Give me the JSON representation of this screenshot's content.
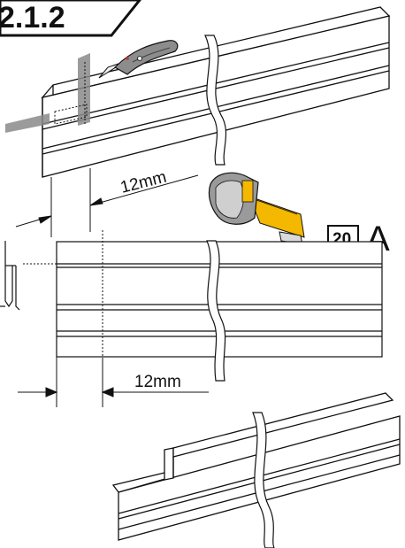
{
  "step_label": "2.1.2",
  "dimension_top": "12mm",
  "dimension_middle": "12mm",
  "part_number": "20",
  "part_letter": "A",
  "icons": {
    "tool": "utility-knife-icon",
    "measure": "tape-measure-icon"
  },
  "colors": {
    "line": "#111111",
    "tape_yellow": "#f4b800",
    "tape_body": "#9a9a9a",
    "knife_body": "#8c8c8c",
    "accent_red": "#c0392b",
    "guide_gray": "#8a8a8a"
  }
}
